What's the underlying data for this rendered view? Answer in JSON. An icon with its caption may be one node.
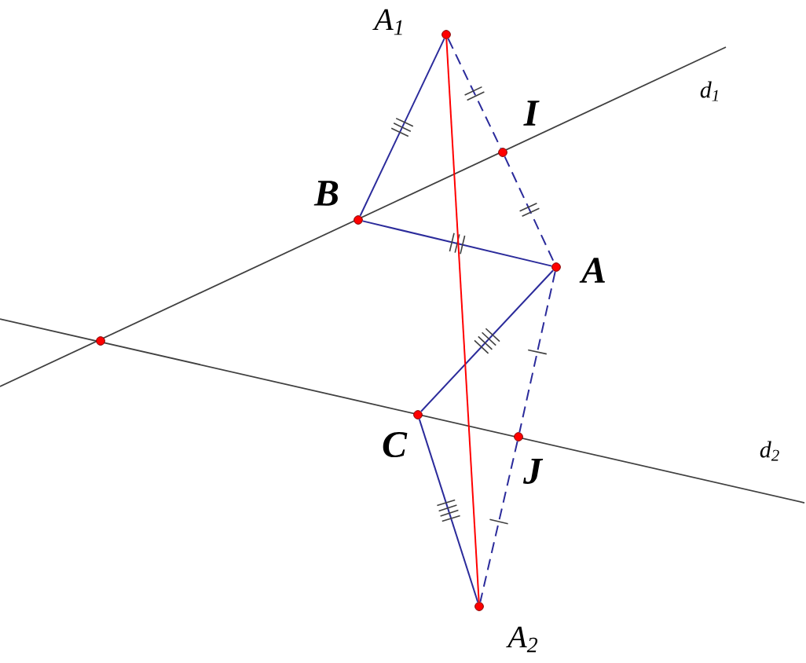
{
  "diagram": {
    "nodes": [
      {
        "text": [
          "A$_{1}$"
        ]
      },
      {
        "text": [
          "I"
        ]
      },
      {
        "text": [
          "B"
        ]
      },
      {
        "text": [
          "A"
        ]
      },
      {
        "text": [],
        "shape": "circle"
      },
      {
        "text": [
          "C"
        ]
      },
      {
        "text": [
          "J"
        ]
      },
      {
        "text": [
          "A$_{2}$"
        ]
      }
    ],
    "edges": [
      {
        "from": 0,
        "to": 2,
        "arrow": "none"
      },
      {
        "from": 2,
        "to": 3,
        "arrow": "none"
      },
      {
        "from": 3,
        "to": 5,
        "arrow": "none"
      },
      {
        "from": 5,
        "to": 7,
        "arrow": "none"
      },
      {
        "from": 0,
        "to": 1,
        "arrow": "none",
        "style": "dashed"
      },
      {
        "from": 1,
        "to": 3,
        "arrow": "none",
        "style": "dashed"
      },
      {
        "from": 3,
        "to": 6,
        "arrow": "none",
        "style": "dashed"
      },
      {
        "from": 6,
        "to": 7,
        "arrow": "none",
        "style": "dashed"
      },
      {
        "from": 0,
        "to": 7,
        "arrow": "none",
        "color": "#ff0000"
      }
    ],
    "labels": [
      "d$_{1}$",
      "d$_{2}$"
    ]
  }
}
